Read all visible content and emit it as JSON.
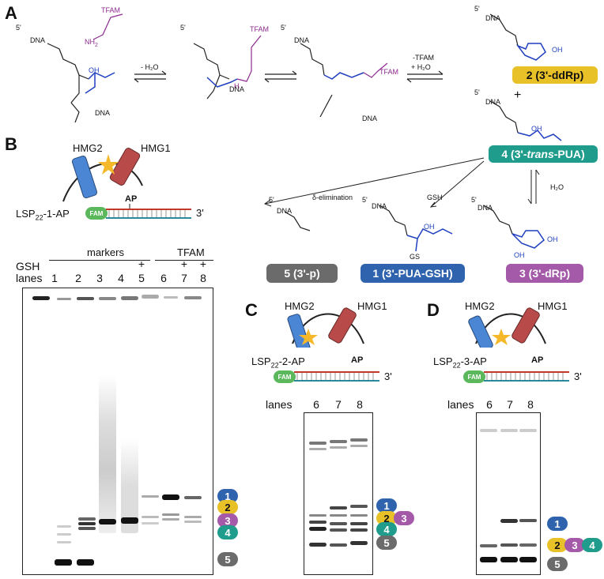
{
  "panels": {
    "a": "A",
    "b": "B",
    "c": "C",
    "d": "D"
  },
  "panel_a": {
    "five_prime": "5'",
    "dna": "DNA",
    "tfam": "TFAM",
    "nh2": "NH",
    "nh2_sub": "2",
    "oh": "OH",
    "h": "H",
    "arrow1_label": "- H₂O",
    "arrow3_label_top": "-TFAM",
    "arrow3_label_bottom": "+ H₂O",
    "plus": "+",
    "h2o": "H₂O",
    "delta": "δ-elimination",
    "gsh": "GSH",
    "gs": "GS",
    "products": {
      "p2": "2 (3'-ddRp)",
      "p4_num": "4 (3'-",
      "p4_italic": "trans",
      "p4_end": "-PUA)",
      "p5": "5 (3'-p)",
      "p1": "1 (3'-PUA-GSH)",
      "p3": "3 (3'-dRp)"
    }
  },
  "panel_b": {
    "hmg2": "HMG2",
    "hmg1": "HMG1",
    "ap": "AP",
    "lsp_main": "LSP",
    "lsp_sub": "22",
    "lsp_end": "-1-AP",
    "fam": "FAM",
    "three_prime": "3'",
    "markers": "markers",
    "tfam": "TFAM",
    "gsh": "GSH",
    "lanes_word": "lanes",
    "lane_numbers": [
      "1",
      "2",
      "3",
      "4",
      "5",
      "6",
      "7",
      "8"
    ],
    "gsh_plus": [
      "+",
      "+",
      "+"
    ]
  },
  "panel_c": {
    "hmg2": "HMG2",
    "hmg1": "HMG1",
    "ap": "AP",
    "lsp_main": "LSP",
    "lsp_sub": "22",
    "lsp_end": "-2-AP",
    "fam": "FAM",
    "three_prime": "3'",
    "lanes_word": "lanes",
    "lane_numbers": [
      "6",
      "7",
      "8"
    ]
  },
  "panel_d": {
    "hmg2": "HMG2",
    "hmg1": "HMG1",
    "ap": "AP",
    "lsp_main": "LSP",
    "lsp_sub": "22",
    "lsp_end": "-3-AP",
    "fam": "FAM",
    "three_prime": "3'",
    "lanes_word": "lanes",
    "lane_numbers": [
      "6",
      "7",
      "8"
    ]
  },
  "band_labels": {
    "n1": "1",
    "n2": "2",
    "n3": "3",
    "n4": "4",
    "n5": "5"
  },
  "colors": {
    "p1": "#2f63ad",
    "p2": "#e8c028",
    "p3": "#a45aa8",
    "p4": "#1f9c8c",
    "p5": "#6b6b6b",
    "tfam": "#8e2a8e",
    "chem_blue": "#1f3fbf",
    "fam": "#5cb85c",
    "dna_red": "#c0392b",
    "dna_teal": "#2a8a9a"
  }
}
